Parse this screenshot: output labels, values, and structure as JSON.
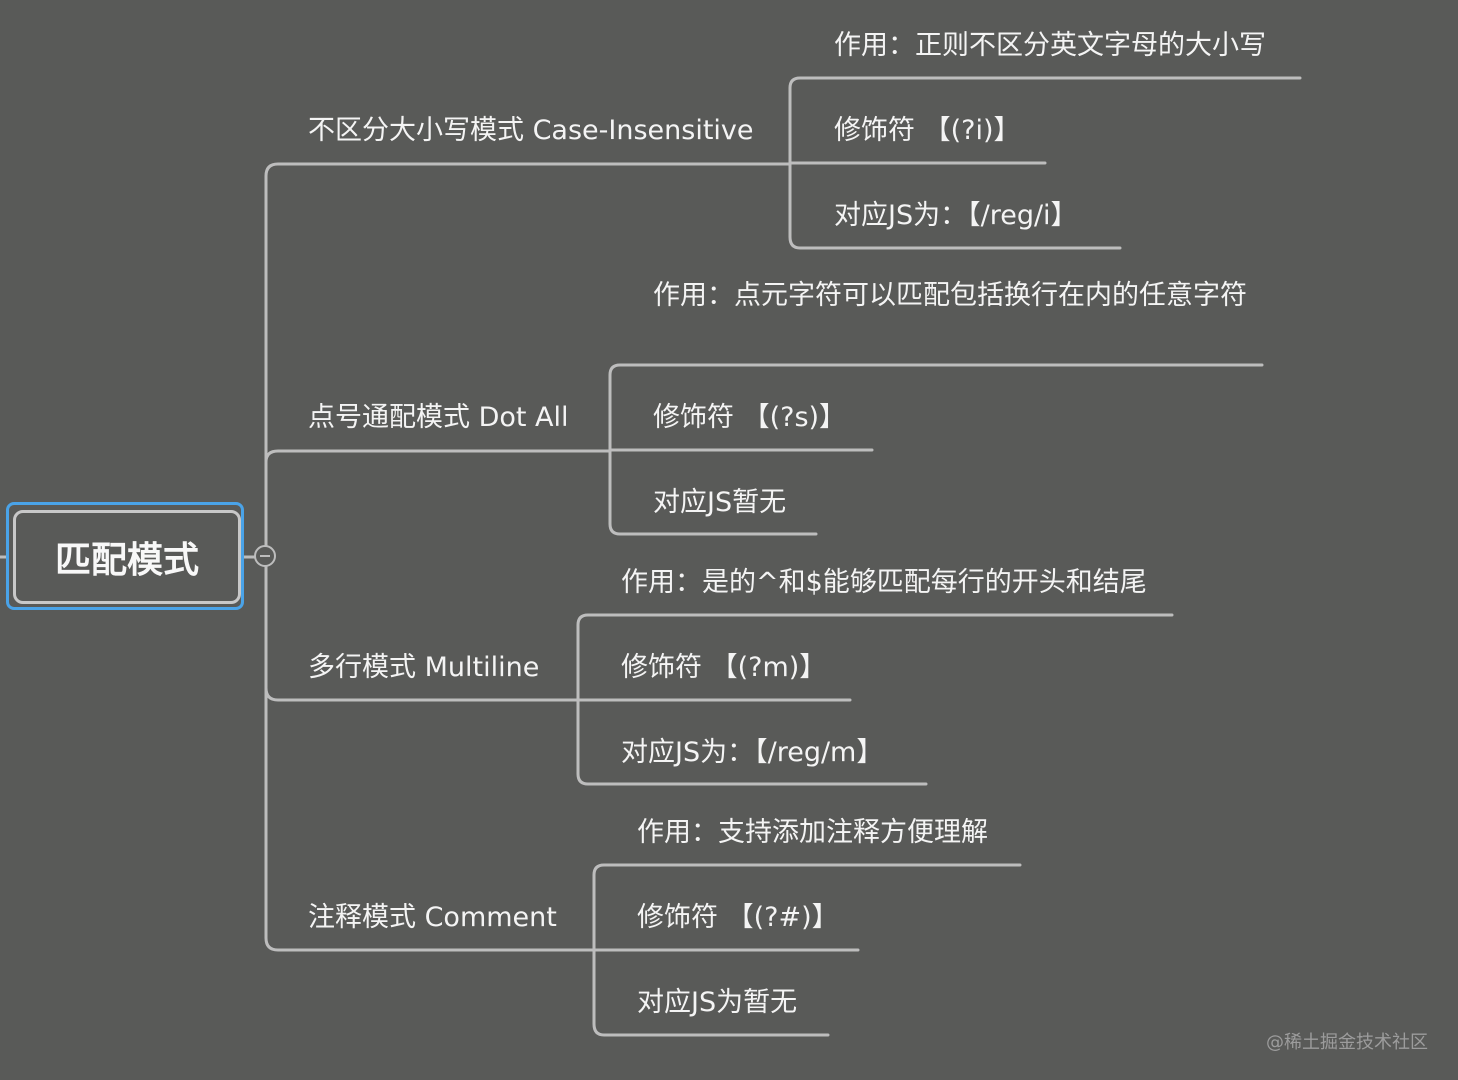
{
  "root": {
    "label": "匹配模式"
  },
  "branches": [
    {
      "label": "不区分大小写模式 Case-Insensitive",
      "children": [
        "作用：正则不区分英文字母的大小写",
        "修饰符 【(?i)】",
        "对应JS为：【/reg/i】"
      ]
    },
    {
      "label": "点号通配模式 Dot All",
      "children": [
        "作用：点元字符可以匹配包括换行在内的任意字符",
        "修饰符 【(?s)】",
        "对应JS暂无"
      ]
    },
    {
      "label": "多行模式 Multiline",
      "children": [
        "作用：是的^和$能够匹配每行的开头和结尾",
        "修饰符 【(?m)】",
        "对应JS为：【/reg/m】"
      ]
    },
    {
      "label": "注释模式 Comment",
      "children": [
        "作用：支持添加注释方便理解",
        "修饰符 【(?#)】",
        "对应JS为暂无"
      ]
    }
  ],
  "watermark": "@稀土掘金技术社区",
  "colors": {
    "background": "#595a58",
    "line": "#bdbdbd",
    "root_border": "#4aa3e8",
    "text": "#f4f4f4"
  },
  "icons": {
    "collapse": "collapse-circle-minus-icon"
  }
}
